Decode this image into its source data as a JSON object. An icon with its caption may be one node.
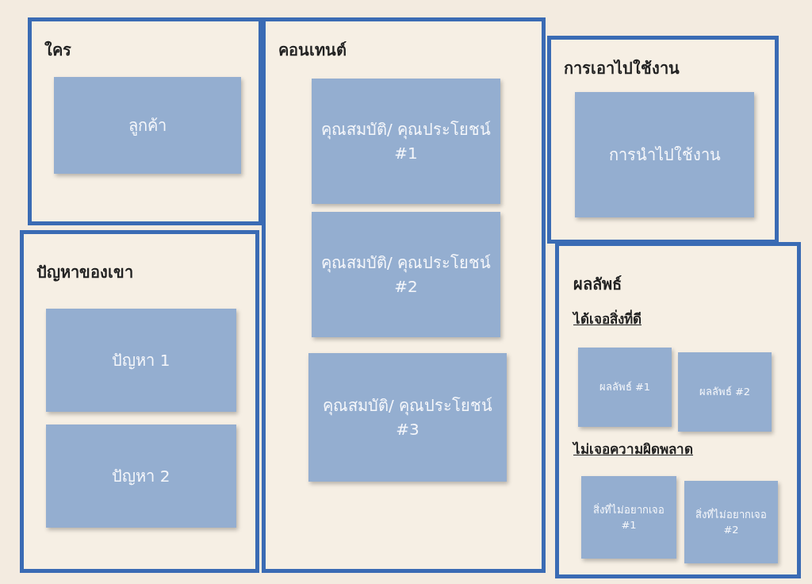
{
  "diagram": {
    "nodes": [
      {
        "text": [
          "ใคร"
        ]
      },
      {
        "text": [
          "ลูกค้า"
        ],
        "in": 0
      },
      {
        "text": [
          "ปัญหาของเขา"
        ]
      },
      {
        "text": [
          "ปัญหา 1"
        ],
        "in": 2
      },
      {
        "text": [
          "ปัญหา 2"
        ],
        "in": 2
      },
      {
        "text": [
          "คอนเทนต์"
        ]
      },
      {
        "text": [
          "คุณสมบัติ/ คุณประโยชน์ #1"
        ],
        "in": 5
      },
      {
        "text": [
          "คุณสมบัติ/ คุณประโยชน์ #2"
        ],
        "in": 5
      },
      {
        "text": [
          "คุณสมบัติ/ คุณประโยชน์ #3"
        ],
        "in": 5
      },
      {
        "text": [
          "การเอาไปใช้งาน"
        ]
      },
      {
        "text": [
          "การนำไปใช้งาน"
        ],
        "in": 9
      },
      {
        "text": [
          "ผลลัพธ์",
          "ได้เจอสิ่งที่ดี",
          "ไม่เจอความผิดพลาด"
        ]
      },
      {
        "text": [
          "ผลลัพธ์ #1"
        ],
        "in": 11
      },
      {
        "text": [
          "ผลลัพธ์ #2"
        ],
        "in": 11
      },
      {
        "text": [
          "สิ่งที่ไม่อยากเจอ #1"
        ],
        "in": 11
      },
      {
        "text": [
          "สิ่งที่ไม่อยากเจอ #2"
        ],
        "in": 11
      }
    ]
  }
}
